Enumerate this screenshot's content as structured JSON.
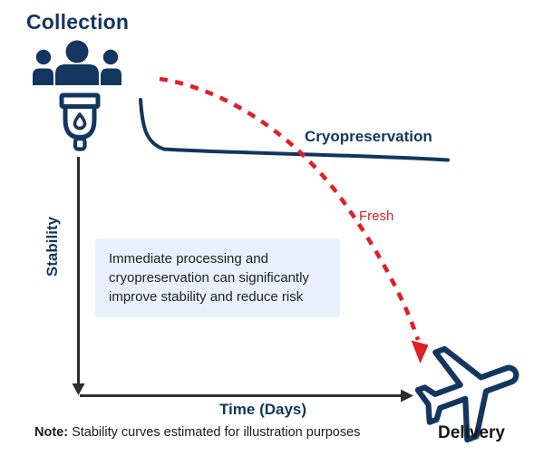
{
  "header": {
    "title": "Collection"
  },
  "axes": {
    "y_label": "Stability",
    "x_label": "Time (Days)"
  },
  "curves": {
    "cryopreservation_label": "Cryopreservation",
    "fresh_label": "Fresh"
  },
  "callout": {
    "lines": [
      "Immediate processing and",
      "cryopreservation can significantly",
      "improve stability and reduce risk"
    ]
  },
  "footer": {
    "note_prefix": "Note:",
    "note_text": " Stability curves estimated for illustration purposes"
  },
  "delivery": {
    "label": "Delivery"
  },
  "icons": {
    "people": "people-group-icon",
    "collection_device": "blood-collection-bag-icon",
    "plane": "airplane-icon"
  },
  "colors": {
    "navy": "#12365f",
    "red": "#e11f26",
    "axis": "#2d2d2d",
    "callout_bg": "#e8f1fb",
    "text_dark": "#1b1b1b"
  },
  "chart_data": {
    "type": "line",
    "xlabel": "Time (Days)",
    "ylabel": "Stability",
    "numeric_axes": false,
    "note": "Stability curves estimated for illustration purposes",
    "series": [
      {
        "name": "Cryopreservation",
        "style": "solid",
        "color": "#12365f",
        "x_relative": [
          0.0,
          0.05,
          0.1,
          0.4,
          0.7,
          1.0
        ],
        "y_relative_stability": [
          0.97,
          0.8,
          0.79,
          0.78,
          0.77,
          0.76
        ]
      },
      {
        "name": "Fresh",
        "style": "dashed",
        "color": "#e11f26",
        "x_relative": [
          0.06,
          0.25,
          0.45,
          0.62,
          0.78,
          0.88
        ],
        "y_relative_stability": [
          1.0,
          0.92,
          0.72,
          0.45,
          0.18,
          0.04
        ]
      }
    ]
  }
}
